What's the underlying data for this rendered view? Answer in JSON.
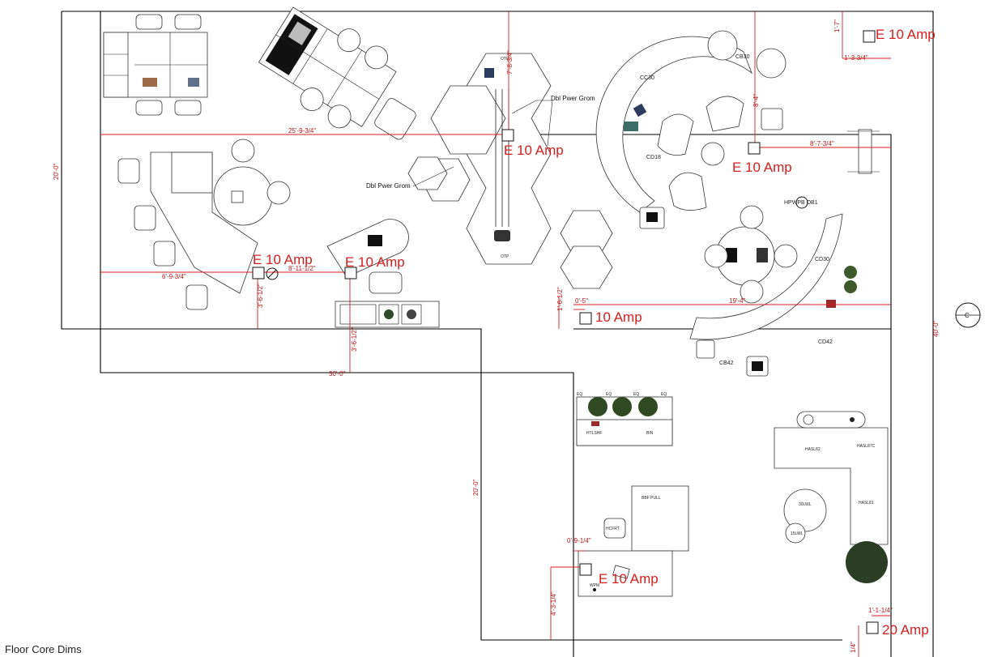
{
  "caption": "Floor Core Dims",
  "outlets": [
    {
      "label": "E 10 Amp"
    },
    {
      "label": "E 10 Amp"
    },
    {
      "label": "E 10 Amp"
    },
    {
      "label": "E 10 Amp"
    },
    {
      "label": "E 10 Amp"
    },
    {
      "label": "10 Amp"
    },
    {
      "label": "E 10 Amp"
    },
    {
      "label": "20 Amp"
    }
  ],
  "dimensions": {
    "d_25_9_3_4": "25'-9-3/4\"",
    "d_6_9_3_4": "6'-9-3/4\"",
    "d_8_11_1_2": "8'-11-1/2\"",
    "d_3_6_1_2_a": "3'-6-1/2\"",
    "d_3_6_1_2_b": "3'-6-1/2\"",
    "d_8_7_3_4": "8'-7-3/4\"",
    "d_8_4": "8'-4\"",
    "d_19_4": "19'-4\"",
    "d_1_6_1_2": "1'-6-1/2\"",
    "d_0_5": "0'-5\"",
    "d_30_0": "30'-0\"",
    "d_20_0": "20'-0\"",
    "d_40_0": "40'-0\"",
    "d_20_0_b": "20'-0\"",
    "d_1_7": "1'-7\"",
    "d_1_3_3_4": "1'-3-3/4\"",
    "d_0_9_1_4": "0'-9-1/4\"",
    "d_4_3_1_4": "4'-3-1/4\"",
    "d_1_1_1_4": "1'-1-1/4\"",
    "d_1_4": "1/4\"",
    "d_7_8_3_4": "7'-8-3/4\""
  },
  "notes": {
    "dbl_power_grom_1": "Dbl Pwer Grom",
    "dbl_power_grom_2": "Dbl Pwer Grom",
    "hp_label": "HPWPB OB1",
    "north": "C"
  },
  "tags": {
    "otp_top": "OTP",
    "otp_bottom": "OTP",
    "cb30": "CB30",
    "cc30": "CC30",
    "cd18": "CD18",
    "cd30": "CD30",
    "cd42": "CD42",
    "cb42": "CB42",
    "eq1": "EQ",
    "eq2": "EQ",
    "eq3": "EQ",
    "eq4": "EQ",
    "htlsh": "HTLSHF",
    "bin": "BIN",
    "hcfrt": "HCFRT",
    "wpm": "WPM",
    "hasl82": "HASL82",
    "hasl87c": "HASL87C",
    "hasl81": "HASL81",
    "r30": "30LWL",
    "r15": "15LWL",
    "bbf": "BBF PULL"
  },
  "colors": {
    "dimension_red": "#d61e1e",
    "wall": "#000000",
    "plant": "#2f4a22"
  }
}
